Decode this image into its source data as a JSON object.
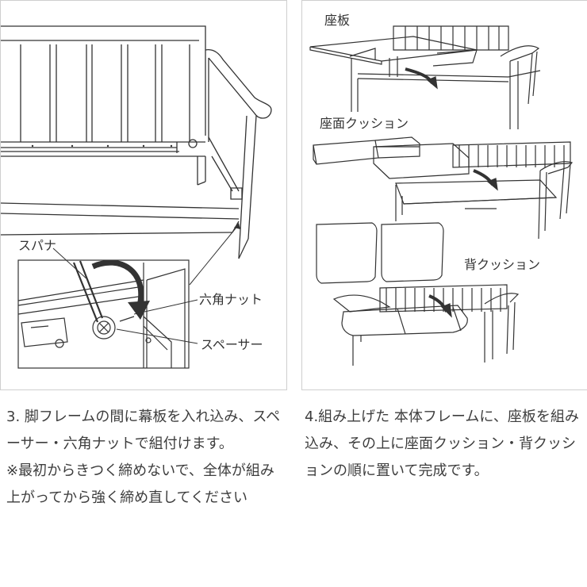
{
  "left_panel": {
    "labels": {
      "spanner": "スパナ",
      "hex_nut": "六角ナット",
      "spacer": "スペーサー"
    }
  },
  "right_panel": {
    "labels": {
      "seat_board": "座板",
      "seat_cushion": "座面クッション",
      "back_cushion": "背クッション"
    }
  },
  "captions": {
    "left": {
      "text": "3. 脚フレームの間に幕板を入れ込み、スペーサー・六角ナットで組付けます。",
      "note": "※最初からきつく締めないで、全体が組み上がってから強く締め直してください"
    },
    "right": {
      "text": "4.組み上げた 本体フレームに、座板を組み込み、その上に座面クッション・背クッションの順に置いて完成です。"
    }
  },
  "colors": {
    "line": "#333333",
    "border": "#cfcfcf",
    "text": "#3d3d3d"
  }
}
